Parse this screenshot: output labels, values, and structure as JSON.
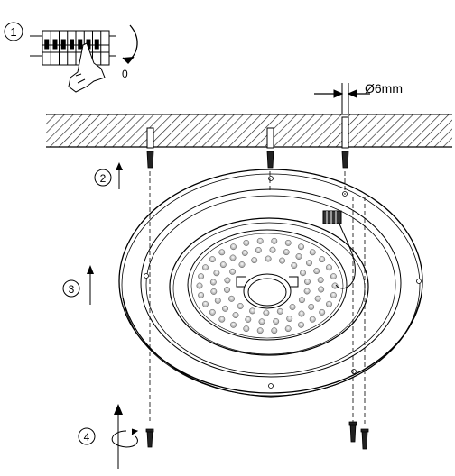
{
  "steps": [
    {
      "number": "1"
    },
    {
      "number": "2"
    },
    {
      "number": "3"
    },
    {
      "number": "4"
    }
  ],
  "breaker_state_label": "0",
  "drill_diameter_label": "Ø6mm",
  "colors": {
    "line": "#000000",
    "background": "#ffffff",
    "hatch": "#222222"
  },
  "icons": [
    "circuit-breaker-icon",
    "hand-icon",
    "power-off-arrow-icon",
    "drill-width-arrows-icon",
    "screwdriver-rotation-icon"
  ]
}
